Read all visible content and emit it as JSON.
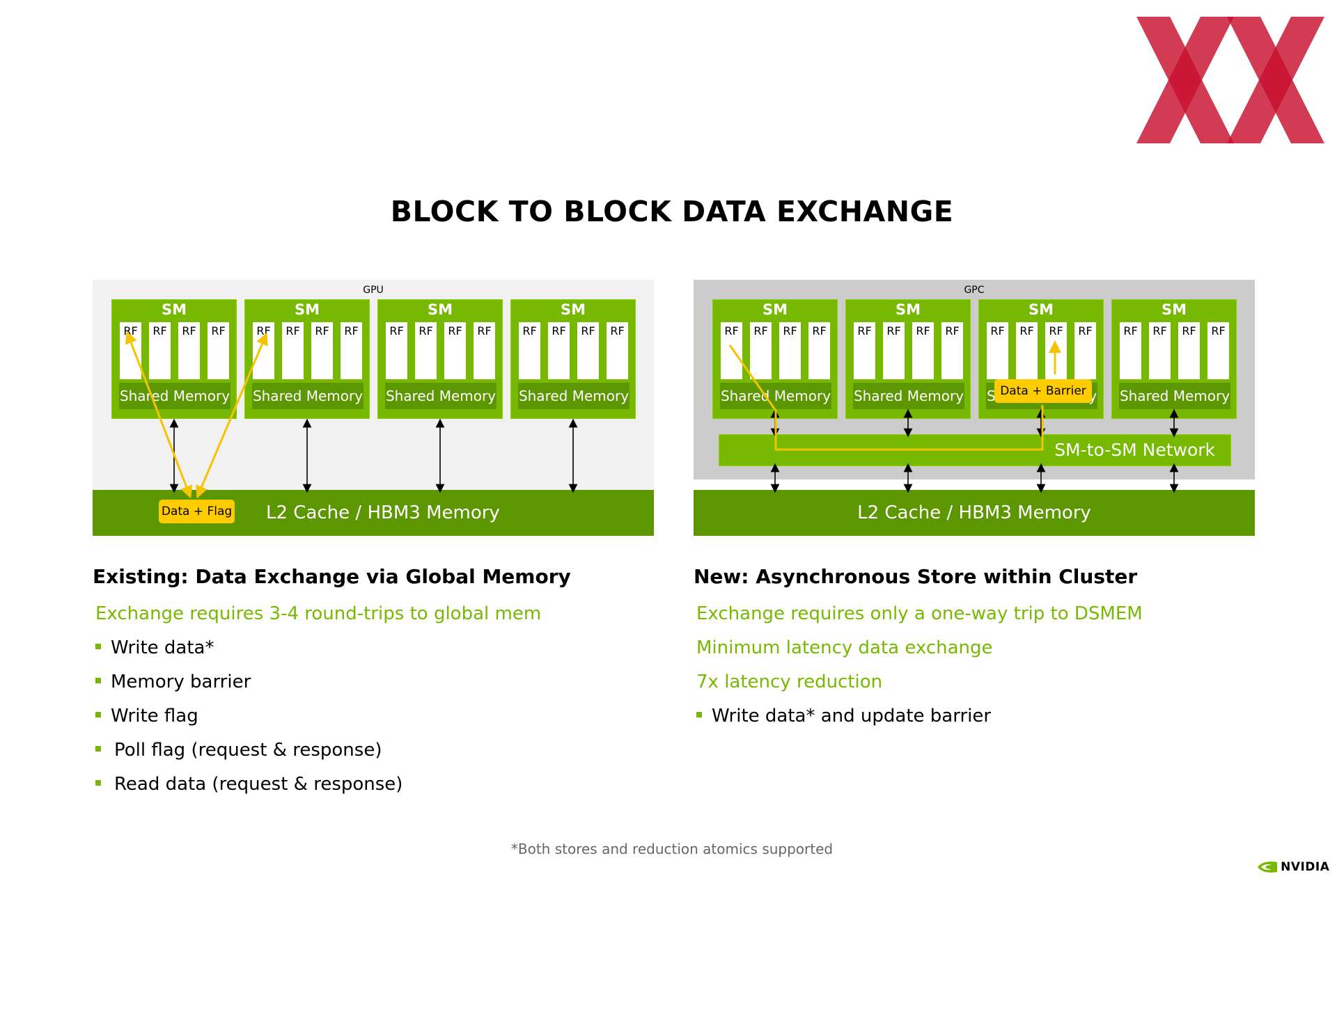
{
  "title": "BLOCK TO BLOCK DATA EXCHANGE",
  "colors": {
    "nvidia_green": "#76b900",
    "dark_green": "#5c9600",
    "arrow_yellow": "#f5c400",
    "badge_yellow": "#ffcc00",
    "logo_red": "#c8102e"
  },
  "left": {
    "panel_label": "GPU",
    "sm_label": "SM",
    "rf_label": "RF",
    "shared_memory": "Shared Memory",
    "l2": "L2 Cache / HBM3 Memory",
    "badge": "Data + Flag",
    "heading": "Existing: Data Exchange via Global Memory",
    "subtitle": "Exchange requires 3-4 round-trips to global mem",
    "bullets": [
      "Write data*",
      "Memory barrier",
      "Write flag",
      "Poll flag (request & response)",
      "Read data (request & response)"
    ]
  },
  "right": {
    "panel_label": "GPC",
    "sm_label": "SM",
    "rf_label": "RF",
    "shared_memory": "Shared Memory",
    "network": "SM-to-SM Network",
    "l2": "L2 Cache / HBM3 Memory",
    "badge": "Data + Barrier",
    "heading": "New: Asynchronous Store within Cluster",
    "green_lines": [
      "Exchange requires only a one-way trip to DSMEM",
      "Minimum latency data exchange",
      "7x latency reduction"
    ],
    "bullets": [
      "Write data* and update barrier"
    ]
  },
  "footnote": "*Both stores and reduction atomics supported",
  "brand": "NVIDIA"
}
